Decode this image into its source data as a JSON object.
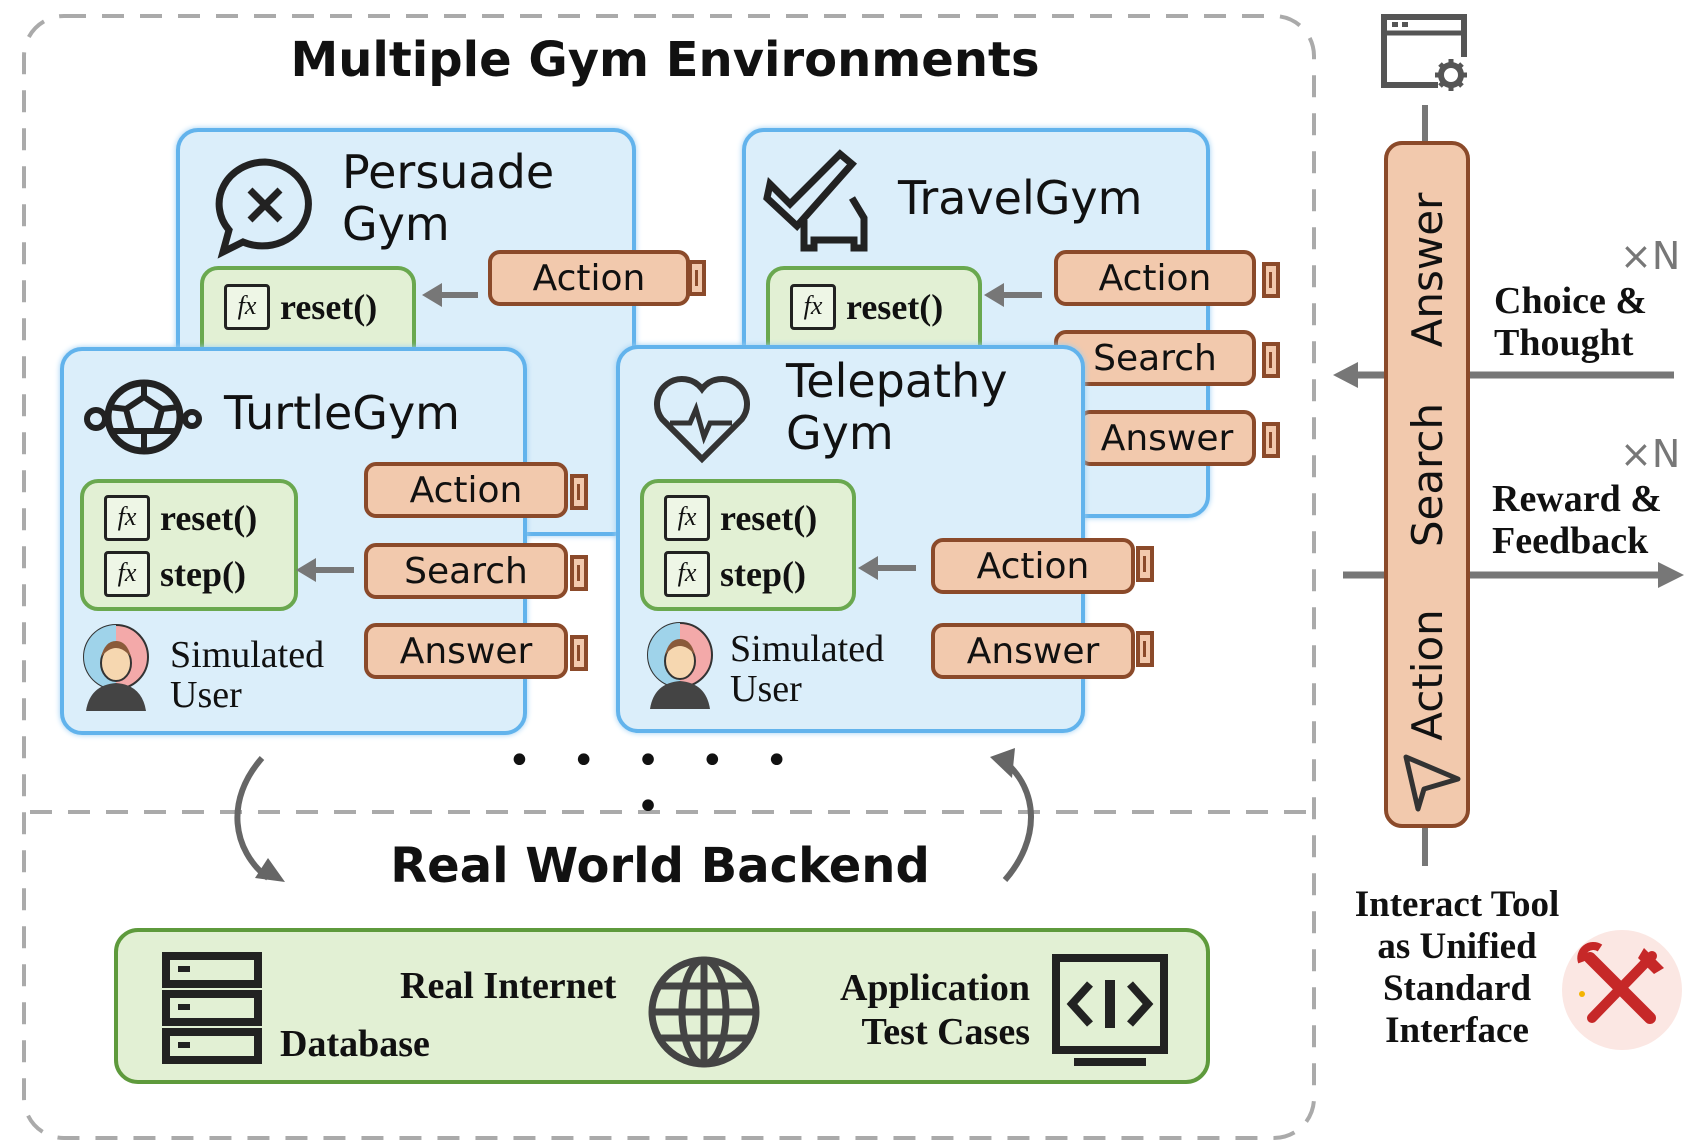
{
  "title": "Multiple Gym Environments",
  "gyms": {
    "persuade": {
      "name_line1": "Persuade",
      "name_line2": "Gym",
      "icon": "chat-x-icon",
      "functions": [
        "reset()"
      ],
      "tools": [
        "Action"
      ]
    },
    "travel": {
      "name": "TravelGym",
      "icon": "plane-car-icon",
      "functions": [
        "reset()"
      ],
      "tools": [
        "Action",
        "Search",
        "Answer"
      ]
    },
    "turtle": {
      "name": "TurtleGym",
      "icon": "turtle-icon",
      "functions": [
        "reset()",
        "step()"
      ],
      "tools": [
        "Action",
        "Search",
        "Answer"
      ],
      "user_line1": "Simulated",
      "user_line2": "User"
    },
    "telepathy": {
      "name_line1": "Telepathy",
      "name_line2": "Gym",
      "icon": "heartbeat-icon",
      "functions": [
        "reset()",
        "step()"
      ],
      "tools": [
        "Action",
        "Answer"
      ],
      "user_line1": "Simulated",
      "user_line2": "User"
    }
  },
  "function_icon_label": "fx",
  "ellipsis": "• • • • • •",
  "backend": {
    "title": "Real World Backend",
    "database": "Database",
    "internet": "Real Internet",
    "app_line1": "Application",
    "app_line2": "Test Cases"
  },
  "interface": {
    "bar_labels": [
      "Answer",
      "Search",
      "Action"
    ],
    "choice_multiplier": "×N",
    "choice_line1": "Choice &",
    "choice_line2": "Thought",
    "reward_multiplier": "×N",
    "reward_line1": "Reward &",
    "reward_line2": "Feedback",
    "caption": [
      "Interact Tool",
      "as Unified",
      "Standard",
      "Interface"
    ]
  },
  "colors": {
    "gym_fill": "#dbeefa",
    "gym_border": "#62b3ec",
    "tool_fill": "#f2c9ad",
    "tool_border": "#8b4a2a",
    "func_fill": "#e2f0d4",
    "func_border": "#6aa84f"
  }
}
